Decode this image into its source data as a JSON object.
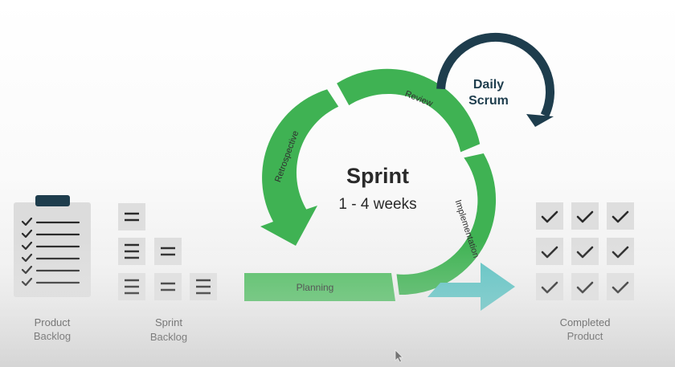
{
  "sprint": {
    "title": "Sprint",
    "duration": "1 - 4 weeks"
  },
  "daily_scrum": {
    "line1": "Daily",
    "line2": "Scrum"
  },
  "phases": {
    "review": "Review",
    "retrospective": "Retrospective",
    "implementation": "Implementation",
    "planning": "Planning"
  },
  "artifacts": {
    "product_backlog": {
      "line1": "Product",
      "line2": "Backlog"
    },
    "sprint_backlog": {
      "line1": "Sprint",
      "line2": "Backlog"
    },
    "completed_product": {
      "line1": "Completed",
      "line2": "Product"
    }
  },
  "colors": {
    "cycle_green": "#3fb253",
    "planning_green": "#52bd63",
    "daily_scrum_navy": "#1e3d4d",
    "arrow_teal": "#5ec2c2",
    "tile_gray": "#dedede",
    "text_dark": "#3b3b3b"
  },
  "icons": [
    "clipboard-icon",
    "menu-lines-icon",
    "check-icon",
    "cursor-icon"
  ]
}
